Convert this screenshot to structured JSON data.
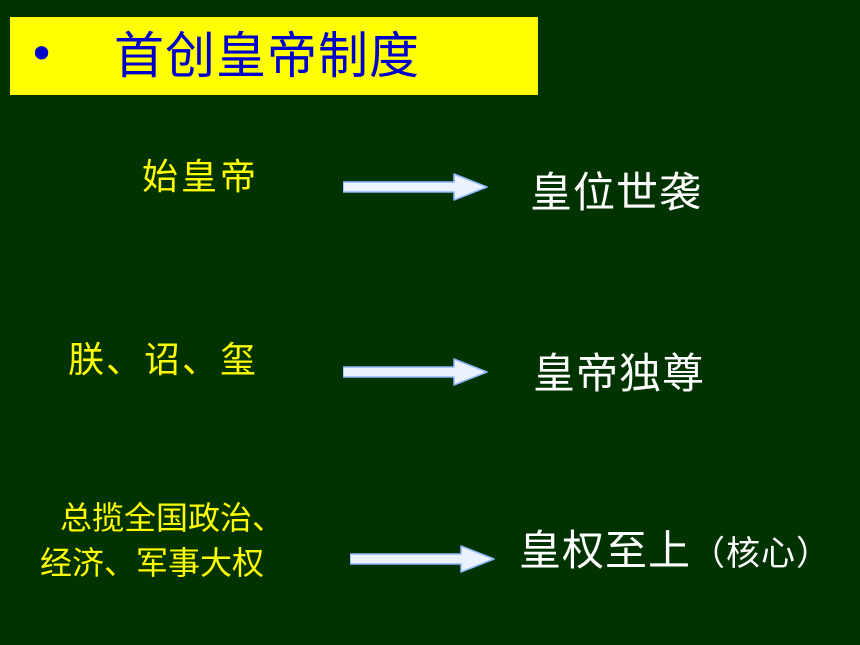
{
  "title": {
    "bullet": "•",
    "text": "首创皇帝制度"
  },
  "rows": [
    {
      "left": "始皇帝",
      "right": "皇位世袭"
    },
    {
      "left": "朕、诏、玺",
      "right": "皇帝独尊"
    },
    {
      "left_line1": "总揽全国政治、",
      "left_line2": "经济、军事大权",
      "right_main": "皇权至上",
      "right_note": "（核心）"
    }
  ],
  "colors": {
    "background": "#003300",
    "title_box": "#ffff00",
    "title_text": "#0000cc",
    "left_text": "#ffff00",
    "right_text": "#ffffff",
    "arrow_fill": "#eaf2ff",
    "arrow_stroke": "#8fb8ff"
  },
  "icons": {
    "arrow": "right-arrow-icon"
  }
}
